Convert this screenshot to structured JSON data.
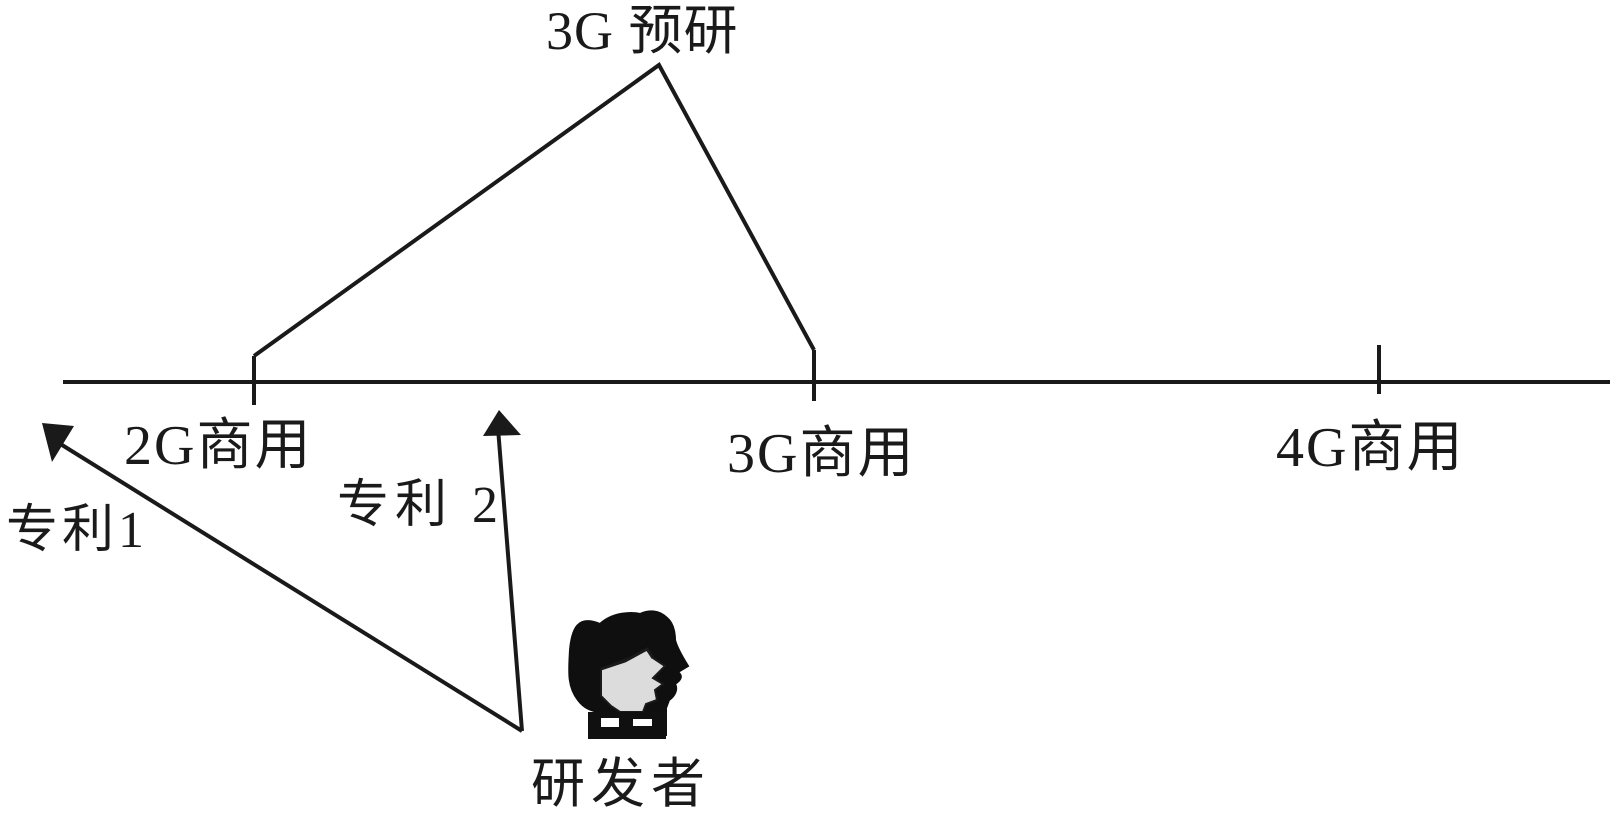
{
  "labels": {
    "research_3g": "3G 预研",
    "commercial_2g": "2G商用",
    "commercial_3g": "3G商用",
    "commercial_4g": "4G商用",
    "patent_1": "专利1",
    "patent_2": "专利 2",
    "developer": "研发者"
  },
  "icons": {
    "developer": "person-silhouette-icon"
  },
  "colors": {
    "line": "#1a1a1a",
    "background": "#ffffff"
  }
}
